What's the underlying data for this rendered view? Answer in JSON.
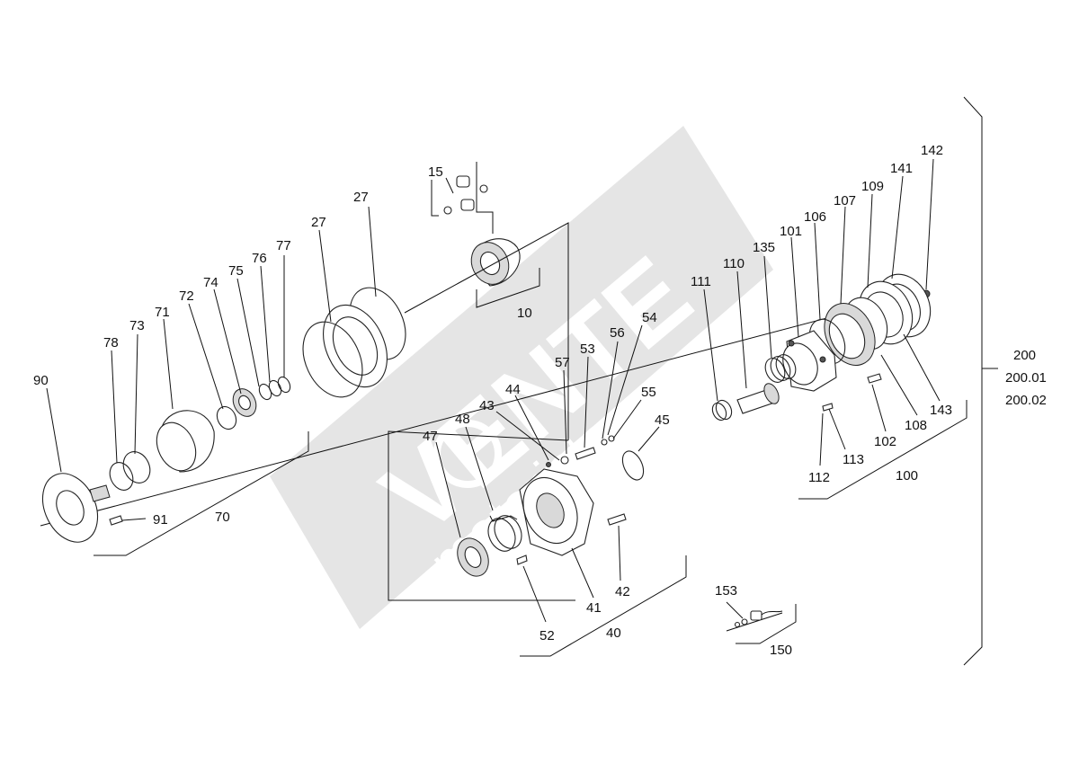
{
  "watermark": {
    "brand": "VENTE",
    "domain": "motoriste.ru",
    "color": "#c8c8c8"
  },
  "labels": {
    "l200": "200",
    "l200_01": "200.01",
    "l200_02": "200.02",
    "l142": "142",
    "l141": "141",
    "l109": "109",
    "l107": "107",
    "l106": "106",
    "l101": "101",
    "l135": "135",
    "l110": "110",
    "l111": "111",
    "l102": "102",
    "l108": "108",
    "l143": "143",
    "l113": "113",
    "l112": "112",
    "l100": "100",
    "l15": "15",
    "l10": "10",
    "l27a": "27",
    "l27b": "27",
    "l77": "77",
    "l76": "76",
    "l75": "75",
    "l74": "74",
    "l72": "72",
    "l71": "71",
    "l73": "73",
    "l78": "78",
    "l90": "90",
    "l91": "91",
    "l70": "70",
    "l54": "54",
    "l56": "56",
    "l53": "53",
    "l57": "57",
    "l55": "55",
    "l44": "44",
    "l43": "43",
    "l45": "45",
    "l48": "48",
    "l47": "47",
    "l42": "42",
    "l41": "41",
    "l52": "52",
    "l40": "40",
    "l153": "153",
    "l150": "150"
  }
}
